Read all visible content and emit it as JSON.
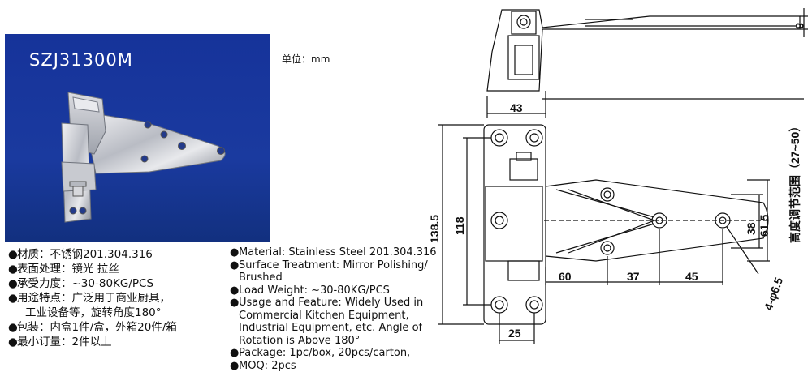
{
  "model": "SZJ31300M",
  "unit_label": "单位：mm",
  "bullet": "●",
  "specs_cn": [
    {
      "text": "材质：不锈钢201.304.316"
    },
    {
      "text": "表面处理：镜光 拉丝"
    },
    {
      "text": "承受力度：~30-80KG/PCS"
    },
    {
      "text": "用途特点：广泛用于商业厨具，",
      "cont": "工业设备等，旋转角度180°"
    },
    {
      "text": "包装：内盒1件/盒，外箱20件/箱"
    },
    {
      "text": "最小订量：2件以上"
    }
  ],
  "specs_en": [
    {
      "lines": [
        "Material: Stainless Steel 201.304.316"
      ]
    },
    {
      "lines": [
        "Surface Treatment: Mirror Polishing/",
        "Brushed"
      ]
    },
    {
      "lines": [
        "Load Weight: ~30-80KG/PCS"
      ]
    },
    {
      "lines": [
        "Usage and Feature: Widely Used in",
        "Commercial Kitchen Equipment,",
        "Industrial Equipment, etc. Angle of",
        "Rotation is Above 180°"
      ]
    },
    {
      "lines": [
        "Package: 1pc/box, 20pcs/carton,"
      ]
    },
    {
      "lines": [
        "MOQ: 2pcs"
      ]
    }
  ],
  "dimensions": {
    "top_width": "43",
    "top_thickness": "8",
    "height_range": "高度调节范围（27~50）",
    "total_height": "138.5",
    "hole_spacing_vertical": "118",
    "leaf_width": "61.5",
    "hole_spacing_leaf": "38",
    "dist_60": "60",
    "dist_37": "37",
    "dist_45": "45",
    "hole_spec": "4-φ6.5",
    "base_width": "25"
  },
  "colors": {
    "photo_bg": "#1a3a9f",
    "line": "#111111"
  }
}
